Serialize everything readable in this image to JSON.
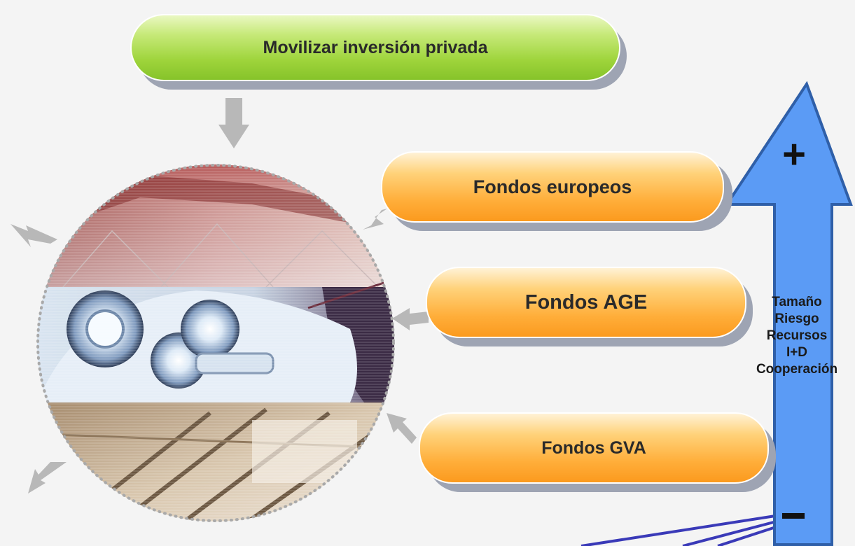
{
  "top_box": {
    "label": "Movilizar inversión privada"
  },
  "funds": [
    {
      "label": "Fondos europeos"
    },
    {
      "label": "Fondos AGE"
    },
    {
      "label": "Fondos GVA"
    }
  ],
  "scale_arrow": {
    "plus": "+",
    "minus": "-",
    "factors": [
      "Tamaño",
      "Riesgo",
      "Recursos",
      "I+D",
      "Cooperación"
    ]
  },
  "colors": {
    "top_box": "#9ed43b",
    "fund_boxes": "#ffae3a",
    "scale_arrow_fill": "#5b9bf5",
    "scale_arrow_border": "#2f5fa8",
    "connector_arrows": "#b8b8b8",
    "connector_lines": "#3a3ab8"
  }
}
